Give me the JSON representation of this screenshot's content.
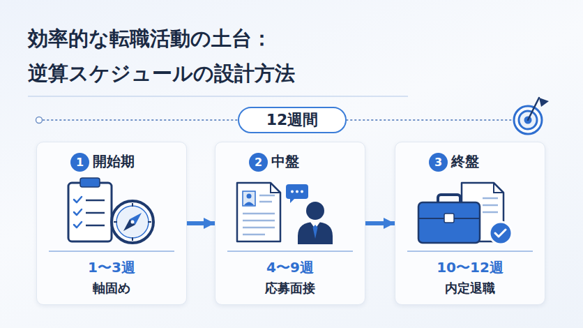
{
  "diagram": {
    "title": "効率的な転職活動の土台： 逆算スケジュールの設計方法",
    "nodes": [
      {
        "text": [
          "12週間"
        ]
      },
      {
        "text": [
          "開始期",
          "1〜3週",
          "軸固め"
        ]
      },
      {
        "text": [
          "1"
        ],
        "in": 1
      },
      {
        "text": [
          "中盤",
          "4〜9週",
          "応募面接"
        ]
      },
      {
        "text": [
          "2"
        ],
        "in": 3
      },
      {
        "text": [
          "終盤",
          "10〜12週",
          "内定退職"
        ]
      },
      {
        "text": [
          "3"
        ],
        "in": 5
      }
    ],
    "edges": [
      {
        "from": 1,
        "to": 3,
        "arrow": "to"
      },
      {
        "from": 3,
        "to": 5,
        "arrow": "to"
      }
    ]
  }
}
